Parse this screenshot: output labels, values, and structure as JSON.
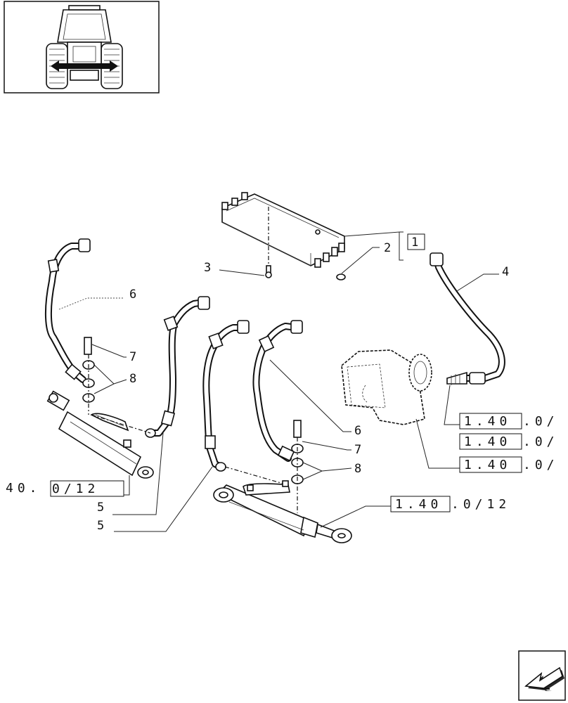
{
  "callouts": {
    "c1": "1",
    "c2": "2",
    "c3": "3",
    "c4": "4",
    "c5a": "5",
    "c5b": "5",
    "c6a": "6",
    "c6b": "6",
    "c7a": "7",
    "c7b": "7",
    "c8a": "8",
    "c8b": "8"
  },
  "references": {
    "r1_box": "1.40",
    "r1_tail": ".0/",
    "r2_box": "1.40",
    "r2_tail": ".0/",
    "r3_box": "1.40",
    "r3_tail": ".0/",
    "r4_box": "1.40",
    "r4_tail": ".0/12",
    "r5_head": "40.",
    "r5_box": "0/12"
  },
  "icons": {
    "thumbnail": "tractor-front-view-icon",
    "nav": "next-page-arrow-icon"
  },
  "colors": {
    "line": "#111111",
    "background": "#ffffff"
  }
}
